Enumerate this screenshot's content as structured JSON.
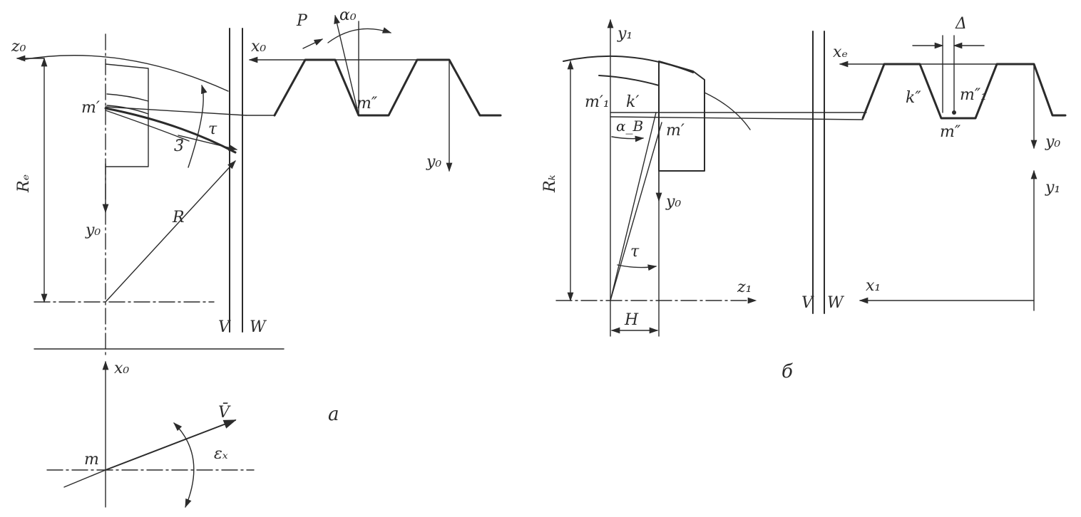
{
  "colors": {
    "ink": "#2b2b2b",
    "background": "#ffffff"
  },
  "panel_a": {
    "caption": "а",
    "labels": {
      "z0": "z₀",
      "x0_top": "x₀",
      "y0_left": "y₀",
      "y0_right": "y₀",
      "x0_bottom": "x₀",
      "Re": "Rₑ",
      "m_prime": "m′",
      "m_double_prime": "m″",
      "R": "R",
      "tau": "τ",
      "s_vec": "3̄",
      "P": "P",
      "alpha0": "α₀",
      "V": "V",
      "W": "W",
      "m": "m",
      "v_vec": "V̄",
      "eps_x": "εₓ"
    }
  },
  "panel_b": {
    "caption": "б",
    "labels": {
      "y1_left": "y₁",
      "Rk": "Rₖ",
      "m1_prime": "m′₁",
      "k_prime": "k′",
      "alpha_b": "α_B",
      "m_prime": "m′",
      "y0_mid": "y₀",
      "tau": "τ",
      "z1": "z₁",
      "H": "H",
      "V": "V",
      "W": "W",
      "xe": "xₑ",
      "delta": "Δ",
      "k_double_prime": "k″",
      "m1_double_prime": "m″₁",
      "m_double_prime": "m″",
      "y0_right": "y₀",
      "y1_right": "y₁",
      "x1": "x₁"
    }
  }
}
